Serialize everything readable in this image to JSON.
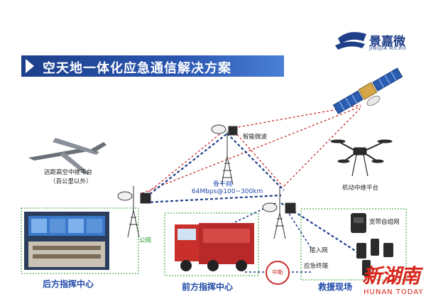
{
  "title": "空天地一体化应急通信解决方案",
  "logo": {
    "name": "景嘉微",
    "sub": "JINGJIA MICRO"
  },
  "labels": {
    "uav_relay_line1": "远距高空中继平台",
    "uav_relay_line2": "（百公里以外）",
    "smart_microwave": "智能微波",
    "backbone_title": "骨干网",
    "backbone_rate": "64Mbps@100~300km",
    "mobile_relay": "机动中继平台",
    "public_net": "公网",
    "broadband_net": "宽带自组网",
    "access_net": "接入网",
    "emergency_terminal": "应急终端",
    "interrupt": "中断"
  },
  "zones": {
    "rear": "后方指挥中心",
    "front": "前方指挥中心",
    "rescue": "救援现场"
  },
  "watermark": {
    "name": "新湖南",
    "sub": "HUNAN TODAY"
  },
  "colors": {
    "brand_blue": "#1f4aa8",
    "link_red": "#c72a2a",
    "link_green": "#2a9d2a",
    "watermark_red": "#d8261c"
  }
}
